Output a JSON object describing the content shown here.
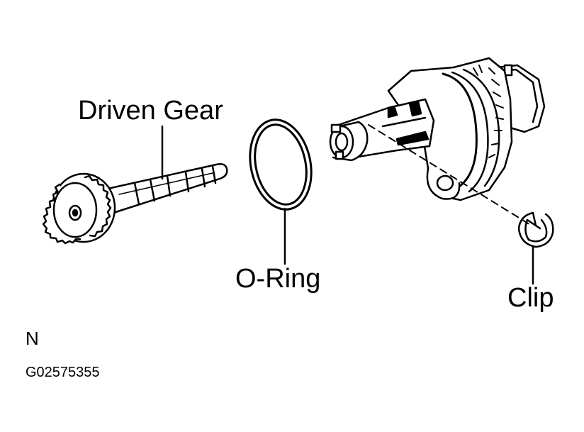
{
  "labels": {
    "driven_gear": "Driven Gear",
    "o_ring": "O-Ring",
    "clip": "Clip"
  },
  "corner_letter": "N",
  "figure_code": "G02575355"
}
